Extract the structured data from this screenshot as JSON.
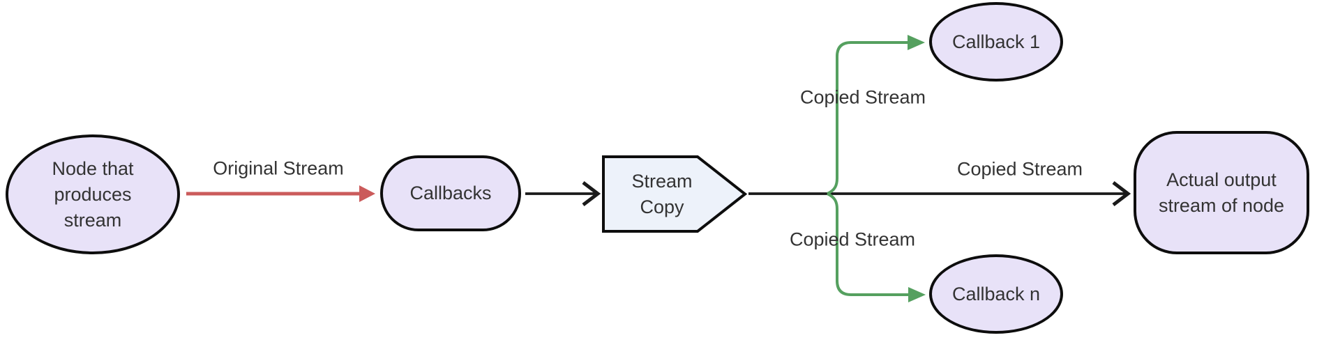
{
  "nodes": {
    "producer": {
      "label": "Node that\nproduces\nstream"
    },
    "callbacks": {
      "label": "Callbacks"
    },
    "stream_copy": {
      "label": "Stream\nCopy"
    },
    "callback_1": {
      "label": "Callback 1"
    },
    "callback_n": {
      "label": "Callback n"
    },
    "output": {
      "label": "Actual output\nstream of node"
    }
  },
  "edges": {
    "original": {
      "label": "Original Stream"
    },
    "copied_top": {
      "label": "Copied Stream"
    },
    "copied_right": {
      "label": "Copied Stream"
    },
    "copied_bottom": {
      "label": "Copied Stream"
    }
  },
  "colors": {
    "red_edge": "#cb5b5b",
    "green_edge": "#55a05f",
    "black_edge": "#1a1a1a",
    "node_fill_purple": "#e8e2f8",
    "node_fill_blue": "#edf2fa",
    "node_border": "#0d0d0d",
    "label_text": "#333333"
  }
}
